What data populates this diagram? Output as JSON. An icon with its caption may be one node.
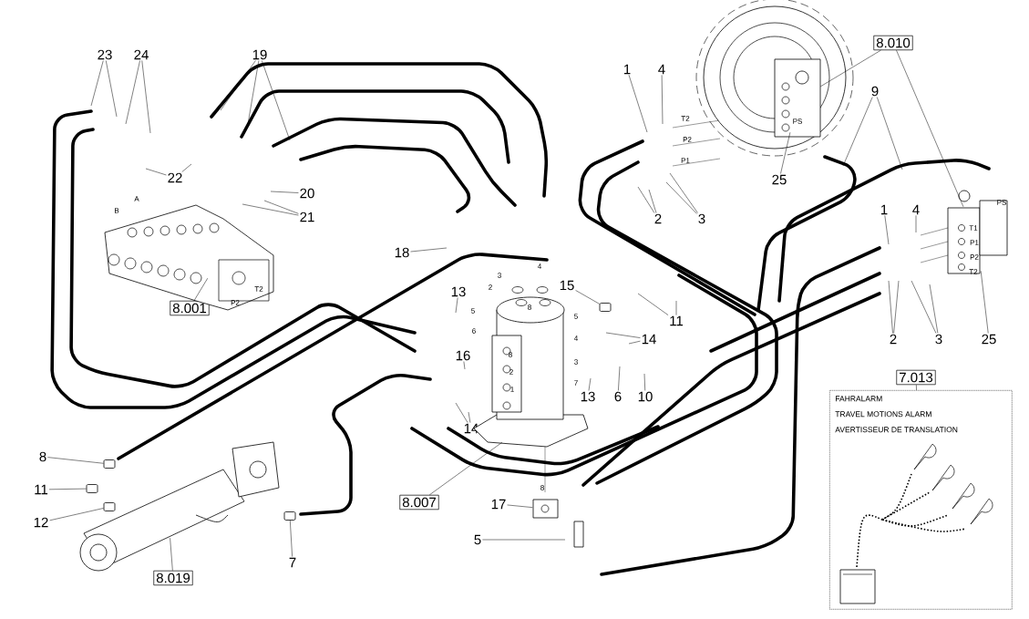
{
  "diagram": {
    "nodes": [
      {
        "text": [
          "23"
        ]
      },
      {
        "text": [
          "24"
        ]
      },
      {
        "text": [
          "19"
        ]
      },
      {
        "text": [
          "8.010"
        ]
      },
      {
        "text": [
          "1"
        ]
      },
      {
        "text": [
          "4"
        ]
      },
      {
        "text": [
          "9"
        ]
      },
      {
        "text": [
          "22"
        ]
      },
      {
        "text": [
          "20"
        ]
      },
      {
        "text": [
          "21"
        ]
      },
      {
        "text": [
          "2"
        ]
      },
      {
        "text": [
          "3"
        ]
      },
      {
        "text": [
          "25"
        ]
      },
      {
        "text": [
          "1"
        ]
      },
      {
        "text": [
          "4"
        ]
      },
      {
        "text": [
          "18"
        ]
      },
      {
        "text": [
          "13"
        ]
      },
      {
        "text": [
          "15"
        ]
      },
      {
        "text": [
          "8.001"
        ]
      },
      {
        "text": [
          "11"
        ]
      },
      {
        "text": [
          "2"
        ]
      },
      {
        "text": [
          "3"
        ]
      },
      {
        "text": [
          "25"
        ]
      },
      {
        "text": [
          "16"
        ]
      },
      {
        "text": [
          "14"
        ]
      },
      {
        "text": [
          "13"
        ]
      },
      {
        "text": [
          "6"
        ]
      },
      {
        "text": [
          "10"
        ]
      },
      {
        "text": [
          "7.013"
        ]
      },
      {
        "text": [
          "FAHRALARM",
          "TRAVEL MOTIONS ALARM",
          "AVERTISSEUR DE TRANSLATION"
        ]
      },
      {
        "text": [
          "14"
        ]
      },
      {
        "text": [
          "8"
        ]
      },
      {
        "text": [
          "11"
        ]
      },
      {
        "text": [
          "17"
        ]
      },
      {
        "text": [
          "8.007"
        ]
      },
      {
        "text": [
          "12"
        ]
      },
      {
        "text": [
          "5"
        ]
      },
      {
        "text": [
          "7"
        ]
      },
      {
        "text": [
          "8.019"
        ]
      },
      {
        "text": [],
        "shape": "picture"
      },
      {
        "text": [],
        "shape": "picture"
      },
      {
        "text": [],
        "shape": "picture"
      },
      {
        "text": [],
        "shape": "picture"
      },
      {
        "text": [],
        "shape": "picture"
      },
      {
        "text": [],
        "shape": "picture"
      },
      {
        "text": [],
        "shape": "box"
      },
      {
        "text": [],
        "shape": "box"
      },
      {
        "text": [],
        "shape": "box"
      },
      {
        "text": [],
        "shape": "box"
      },
      {
        "text": [],
        "shape": "box"
      }
    ],
    "edges": [
      {
        "from": 0,
        "to": null,
        "arrow": "none"
      },
      {
        "from": 0,
        "to": null,
        "arrow": "none"
      },
      {
        "from": 1,
        "to": null,
        "arrow": "none"
      },
      {
        "from": 1,
        "to": null,
        "arrow": "none"
      },
      {
        "from": 2,
        "to": null,
        "arrow": "none"
      },
      {
        "from": 2,
        "to": null,
        "arrow": "none"
      },
      {
        "from": 2,
        "to": null,
        "arrow": "none"
      },
      {
        "from": 3,
        "to": 40,
        "arrow": "none"
      },
      {
        "from": 3,
        "to": 41,
        "arrow": "none"
      },
      {
        "from": 4,
        "to": null,
        "arrow": "none"
      },
      {
        "from": 5,
        "to": null,
        "arrow": "none"
      },
      {
        "from": 6,
        "to": null,
        "arrow": "none"
      },
      {
        "from": 6,
        "to": null,
        "arrow": "none"
      },
      {
        "from": 7,
        "to": null,
        "arrow": "none"
      },
      {
        "from": 7,
        "to": null,
        "arrow": "none"
      },
      {
        "from": 8,
        "to": null,
        "arrow": "none"
      },
      {
        "from": 9,
        "to": null,
        "arrow": "none"
      },
      {
        "from": 9,
        "to": null,
        "arrow": "none"
      },
      {
        "from": 10,
        "to": null,
        "arrow": "none"
      },
      {
        "from": 10,
        "to": null,
        "arrow": "none"
      },
      {
        "from": 11,
        "to": null,
        "arrow": "none"
      },
      {
        "from": 11,
        "to": null,
        "arrow": "none"
      },
      {
        "from": 12,
        "to": 40,
        "arrow": "none"
      },
      {
        "from": 13,
        "to": null,
        "arrow": "none"
      },
      {
        "from": 14,
        "to": null,
        "arrow": "none"
      },
      {
        "from": 15,
        "to": null,
        "arrow": "none"
      },
      {
        "from": 16,
        "to": null,
        "arrow": "none"
      },
      {
        "from": 17,
        "to": 49,
        "arrow": "none"
      },
      {
        "from": 18,
        "to": 39,
        "arrow": "none"
      },
      {
        "from": 19,
        "to": null,
        "arrow": "none"
      },
      {
        "from": 19,
        "to": null,
        "arrow": "none"
      },
      {
        "from": 20,
        "to": null,
        "arrow": "none"
      },
      {
        "from": 20,
        "to": null,
        "arrow": "none"
      },
      {
        "from": 21,
        "to": null,
        "arrow": "none"
      },
      {
        "from": 21,
        "to": null,
        "arrow": "none"
      },
      {
        "from": 22,
        "to": 41,
        "arrow": "none"
      },
      {
        "from": 23,
        "to": null,
        "arrow": "none"
      },
      {
        "from": 24,
        "to": null,
        "arrow": "none"
      },
      {
        "from": 24,
        "to": null,
        "arrow": "none"
      },
      {
        "from": 25,
        "to": null,
        "arrow": "none"
      },
      {
        "from": 26,
        "to": null,
        "arrow": "none"
      },
      {
        "from": 27,
        "to": null,
        "arrow": "none"
      },
      {
        "from": 28,
        "to": 29,
        "arrow": "none"
      },
      {
        "from": 30,
        "to": null,
        "arrow": "none"
      },
      {
        "from": 30,
        "to": null,
        "arrow": "none"
      },
      {
        "from": 31,
        "to": 45,
        "arrow": "none"
      },
      {
        "from": 32,
        "to": 46,
        "arrow": "none"
      },
      {
        "from": 33,
        "to": 44,
        "arrow": "none"
      },
      {
        "from": 34,
        "to": 42,
        "arrow": "none"
      },
      {
        "from": 35,
        "to": 47,
        "arrow": "none"
      },
      {
        "from": 36,
        "to": null,
        "arrow": "none"
      },
      {
        "from": 37,
        "to": 48,
        "arrow": "none"
      },
      {
        "from": 38,
        "to": 43,
        "arrow": "none"
      }
    ],
    "labels": [
      "T2",
      "P2",
      "P1",
      "PS",
      "PS",
      "T1",
      "P1",
      "P2",
      "T2",
      "A",
      "B",
      "T2",
      "P2",
      "4",
      "3",
      "2",
      "8",
      "5",
      "6",
      "5",
      "4",
      "3",
      "7",
      "8",
      "2",
      "1",
      "8"
    ]
  }
}
